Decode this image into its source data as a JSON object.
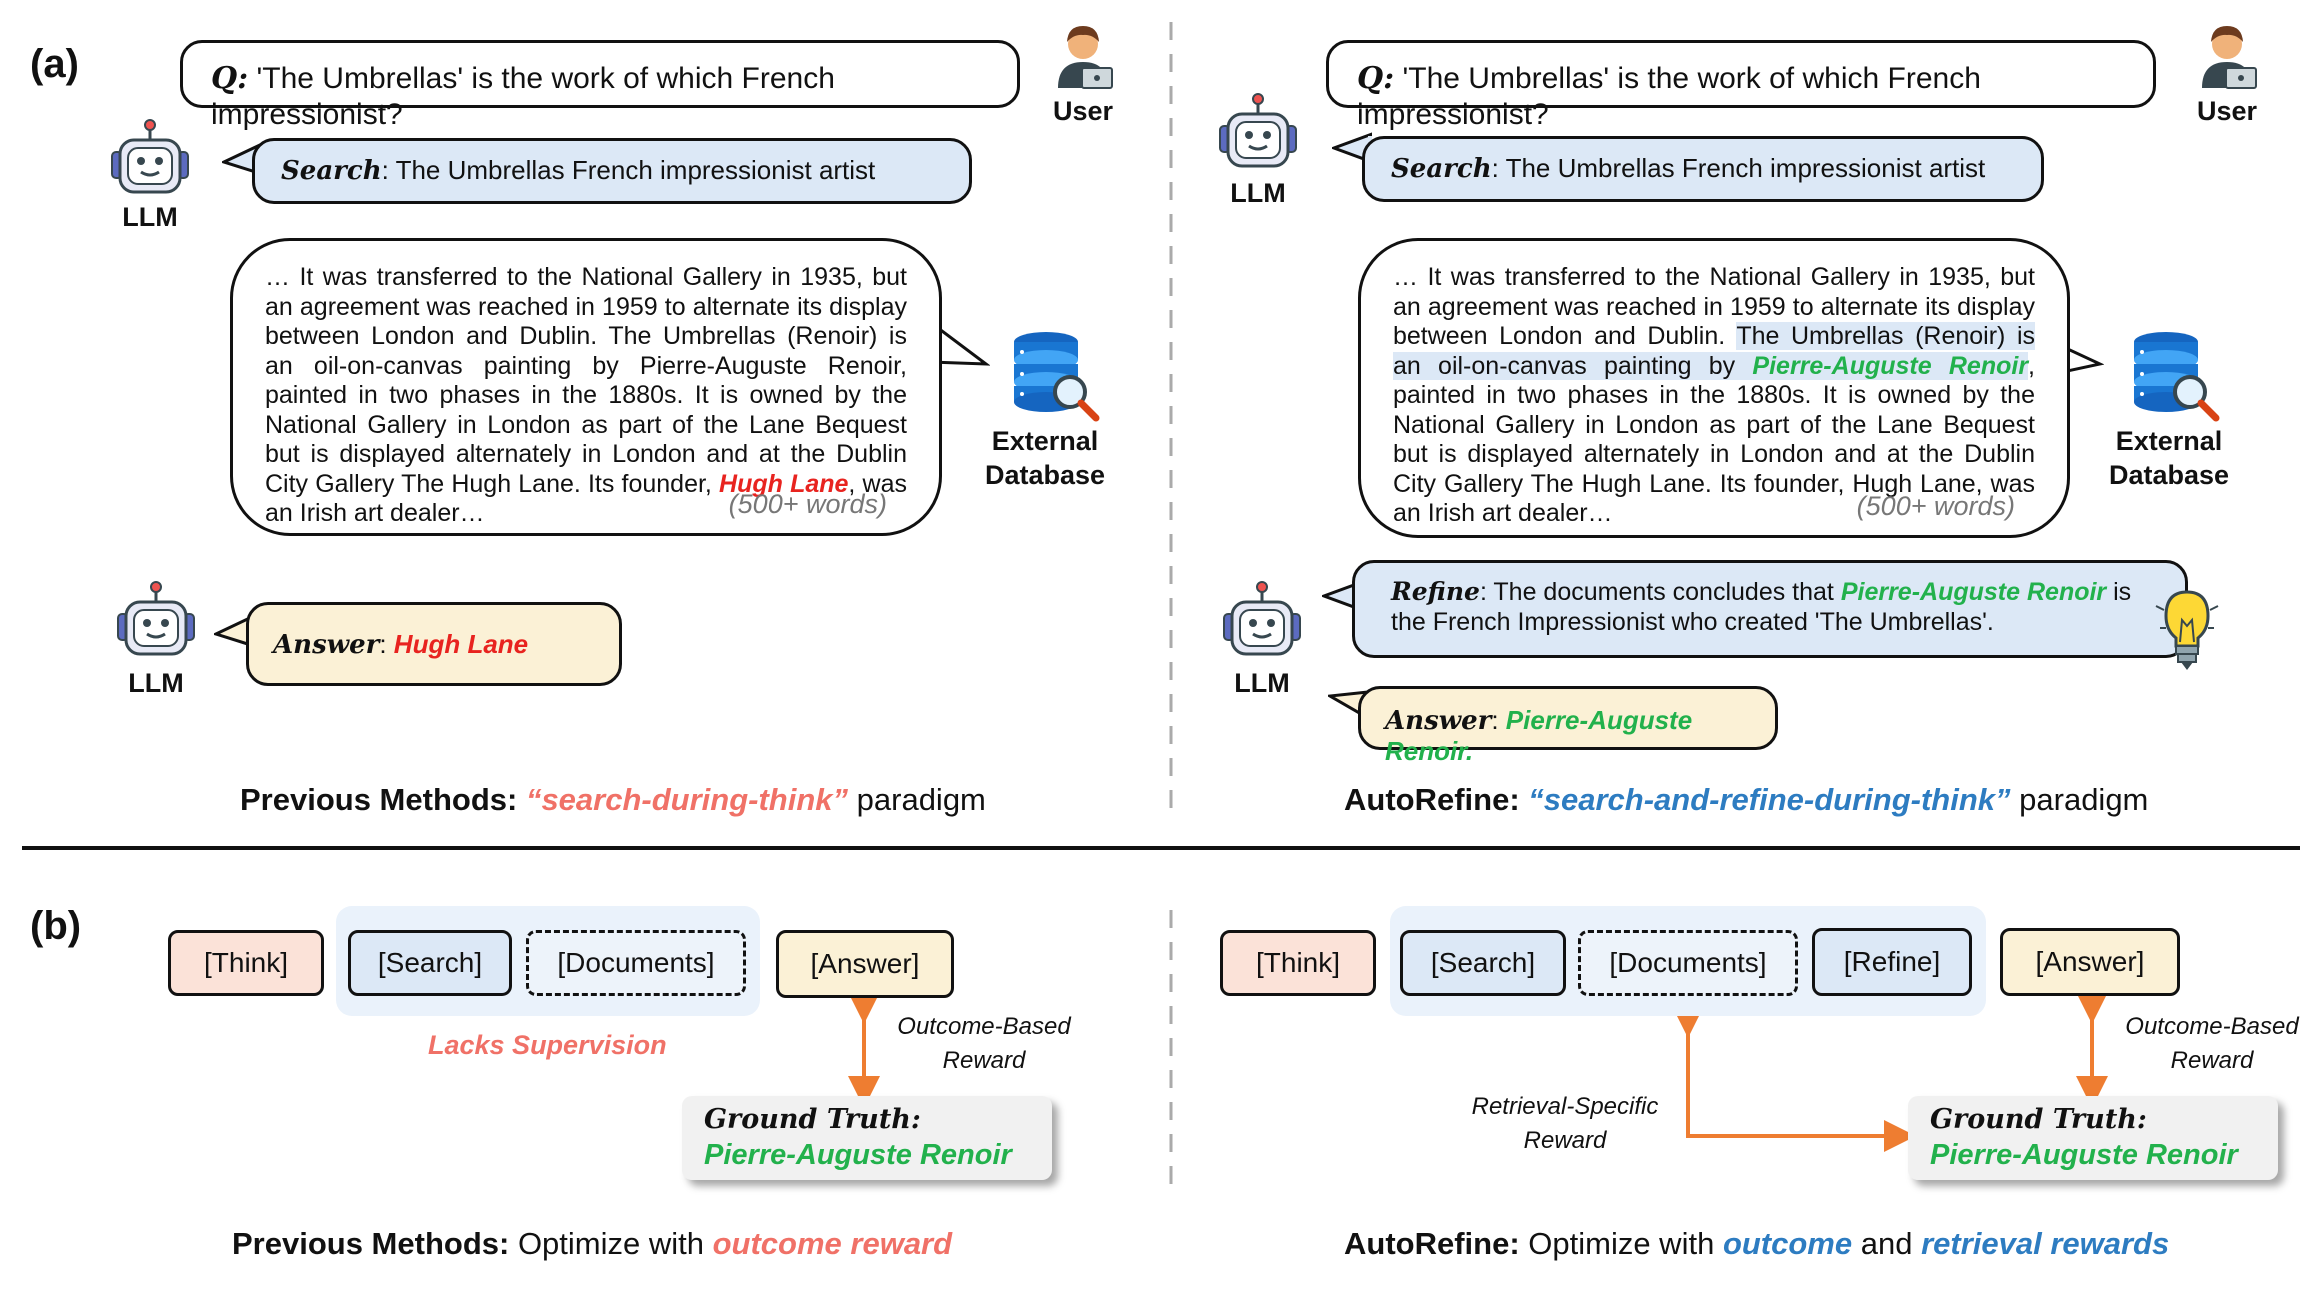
{
  "panel_a": {
    "label": "(a)",
    "left": {
      "question_prefix": "Q:",
      "question": " 'The Umbrellas' is the work of which French impressionist?",
      "user_label": "User",
      "llm_label_1": "LLM",
      "search_prefix": "Search",
      "search_text": ": The Umbrellas French impressionist artist",
      "doc_text_1": "… It was transferred to the National Gallery in 1935, but an agreement was reached in 1959 to alternate its display between London and Dublin. The Umbrellas (Renoir) is an oil-on-canvas painting by Pierre-Auguste Renoir, painted in two phases in the 1880s. It is owned by the National Gallery in London as part of the Lane Bequest but is displayed alternately in London and at the Dublin City Gallery The Hugh Lane. Its founder, ",
      "doc_highlight": "Hugh Lane",
      "doc_text_2": ", was an Irish art dealer…",
      "doc_wordcount": "(500+ words)",
      "db_label": "External Database",
      "llm_label_2": "LLM",
      "answer_prefix": "Answer",
      "answer_value": "Hugh Lane",
      "caption_bold": "Previous Methods: ",
      "caption_colored": "“search-during-think”",
      "caption_rest": " paradigm"
    },
    "right": {
      "question_prefix": "Q:",
      "question": " 'The Umbrellas' is the work of which French impressionist?",
      "user_label": "User",
      "llm_label_1": "LLM",
      "search_prefix": "Search",
      "search_text": ": The Umbrellas French impressionist artist",
      "doc_text_1": "… It was transferred to the National Gallery in 1935, but an agreement was reached in 1959 to alternate its display between London and Dublin. ",
      "doc_hl_1": "The Umbrellas (Renoir) is an oil-on-canvas painting by ",
      "doc_hl_name": "Pierre-Auguste Renoir",
      "doc_text_2": ", painted in two phases in the 1880s. It is owned by the National Gallery in London as part of the Lane Bequest but is displayed alternately in London and at the Dublin City Gallery The Hugh Lane. Its founder, Hugh Lane, was an Irish art dealer…",
      "doc_wordcount": "(500+ words)",
      "db_label": "External Database",
      "llm_label_2": "LLM",
      "refine_prefix": "Refine",
      "refine_text_1": ": The documents concludes that ",
      "refine_name": "Pierre-Auguste Renoir",
      "refine_text_2": " is the French Impressionist who created 'The Umbrellas'.",
      "answer_prefix": "Answer",
      "answer_value": "Pierre-Auguste Renoir.",
      "caption_bold": "AutoRefine: ",
      "caption_colored": "“search-and-refine-during-think”",
      "caption_rest": " paradigm"
    }
  },
  "panel_b": {
    "label": "(b)",
    "left": {
      "think": "[Think]",
      "search": "[Search]",
      "documents": "[Documents]",
      "answer": "[Answer]",
      "lacks": "Lacks Supervision",
      "outcome_note_1": "Outcome-Based",
      "outcome_note_2": "Reward",
      "gt_title": "Ground Truth:",
      "gt_value": "Pierre-Auguste Renoir",
      "caption_bold": "Previous Methods:",
      "caption_plain": " Optimize with ",
      "caption_colored": "outcome reward"
    },
    "right": {
      "think": "[Think]",
      "search": "[Search]",
      "documents": "[Documents]",
      "refine": "[Refine]",
      "answer": "[Answer]",
      "outcome_note_1": "Outcome-Based",
      "outcome_note_2": "Reward",
      "retrieval_note_1": "Retrieval-Specific",
      "retrieval_note_2": "Reward",
      "gt_title": "Ground Truth:",
      "gt_value": "Pierre-Auguste Renoir",
      "caption_bold": "AutoRefine:",
      "caption_plain": " Optimize with ",
      "caption_colored_1": "outcome",
      "caption_and": " and ",
      "caption_colored_2": "retrieval rewards"
    }
  },
  "colors": {
    "search_bg": "#dce8f6",
    "answer_bg": "#fbf1d6",
    "think_bg": "#fbe2d8",
    "arrow": "#ee7d31",
    "red": "#e8231f",
    "green": "#22b14c",
    "pink": "#f07167",
    "blue": "#2d7cc1"
  },
  "icons": [
    "user-icon",
    "robot-icon",
    "database-icon",
    "lightbulb-icon"
  ]
}
